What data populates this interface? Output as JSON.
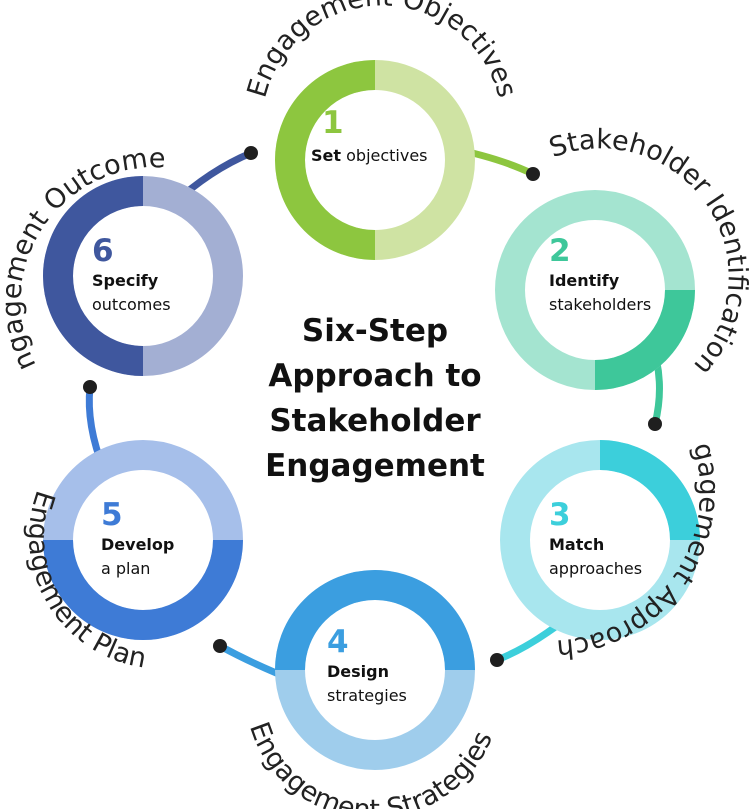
{
  "title": [
    "Six-Step",
    "Approach to",
    "Stakeholder",
    "Engagement"
  ],
  "steps": [
    {
      "number": "1",
      "bold": "Set",
      "rest": " objectives",
      "label": "Engagement Objectives",
      "light": "#cfe3a3",
      "dark": "#8dc63f",
      "num_color": "#8dc63f"
    },
    {
      "number": "2",
      "bold": "Identify",
      "rest": "stakeholders",
      "label": "Stakeholder Identification",
      "light": "#a4e4d0",
      "dark": "#3ec79a",
      "num_color": "#3ec79a"
    },
    {
      "number": "3",
      "bold": "Match",
      "rest": "approaches",
      "label": "Engagement Approaches",
      "light": "#a8e6ee",
      "dark": "#3ccfdb",
      "num_color": "#3ccfdb"
    },
    {
      "number": "4",
      "bold": "Design",
      "rest": "strategies",
      "label": "Engagement Strategies",
      "light": "#9fcdec",
      "dark": "#3b9ee0",
      "num_color": "#3b9ee0"
    },
    {
      "number": "5",
      "bold": "Develop",
      "rest": "a plan",
      "label": "Engagement Plan",
      "light": "#a6bfea",
      "dark": "#3e7bd6",
      "num_color": "#3e7bd6"
    },
    {
      "number": "6",
      "bold": "Specify",
      "rest": "outcomes",
      "label": "Engagement Outcomes",
      "light": "#a3afd3",
      "dark": "#3f579e",
      "num_color": "#3f579e"
    }
  ]
}
